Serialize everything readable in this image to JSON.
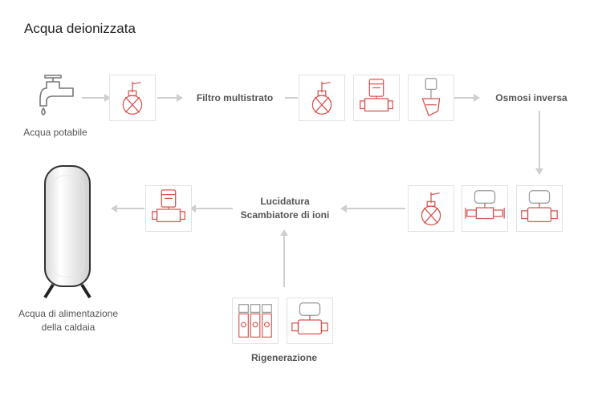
{
  "title": "Acqua deionizzata",
  "nodes": {
    "source": "Acqua potabile",
    "filter": "Filtro multistrato",
    "osmosis": "Osmosi inversa",
    "polish_line1": "Lucidatura",
    "polish_line2": "Scambiatore di ioni",
    "regen": "Rigenerazione",
    "boiler_line1": "Acqua di alimentazione",
    "boiler_line2": "della caldaia"
  },
  "colors": {
    "valve_red": "#d9534f",
    "arrow_gray": "#cfcfcf",
    "box_border": "#e2e2e2"
  },
  "icons": [
    "faucet-icon",
    "butterfly-valve-icon",
    "actuated-ball-valve-icon",
    "angle-seat-valve-icon",
    "diaphragm-valve-icon",
    "triple-valve-icon",
    "water-tank-icon"
  ]
}
